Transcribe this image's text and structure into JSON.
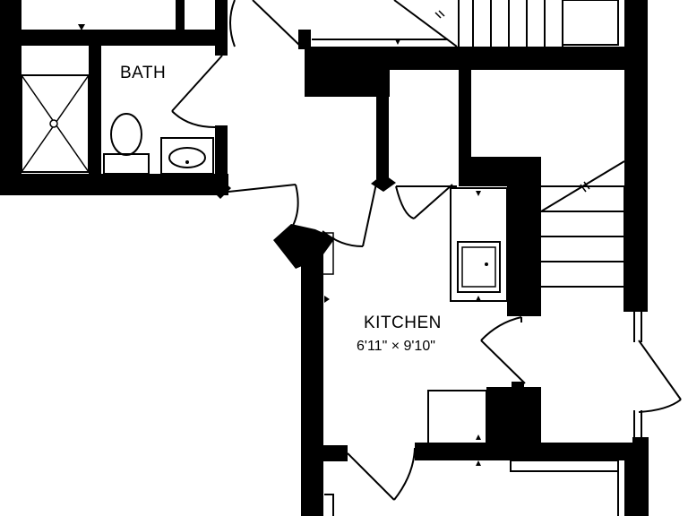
{
  "rooms": {
    "bath": {
      "label": "BATH"
    },
    "kitchen": {
      "label": "KITCHEN",
      "dimensions": "6'11\" × 9'10\""
    }
  },
  "colors": {
    "wall": "#000000",
    "background": "#ffffff"
  }
}
